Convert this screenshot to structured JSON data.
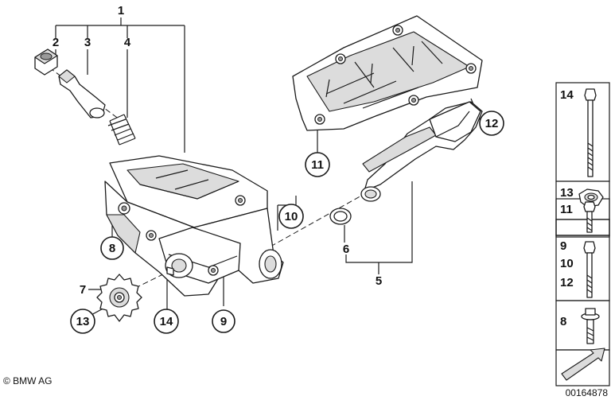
{
  "callouts": {
    "c1": "1",
    "c2": "2",
    "c3": "3",
    "c4": "4",
    "c5": "5",
    "c6": "6",
    "c7": "7",
    "c8": "8",
    "c9": "9",
    "c10": "10",
    "c11": "11",
    "c12": "12",
    "c13": "13",
    "c14": "14"
  },
  "legend": {
    "r14": "14",
    "r13": "13",
    "r11": "11",
    "r9": "9",
    "r10": "10",
    "r12": "12",
    "r8": "8"
  },
  "footer": {
    "copyright": "© BMW AG",
    "diagram_number": "00164878"
  },
  "colors": {
    "ink": "#1a1a1a",
    "shade": "#dcdcdc",
    "background": "#ffffff"
  }
}
